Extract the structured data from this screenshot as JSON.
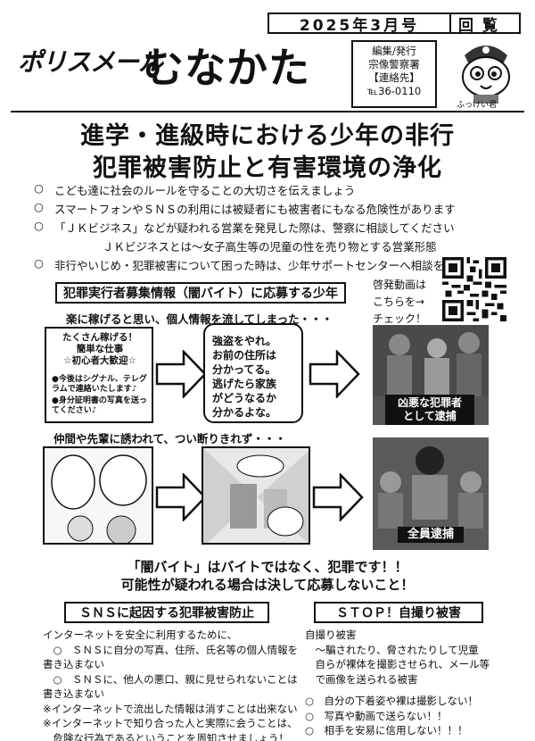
{
  "header": {
    "date": "2025年3月号",
    "kairan": "回覧",
    "brand_left": "ポリスメール",
    "brand_right": "むなかた",
    "publisher": [
      "編集/発行",
      "宗像警察署",
      "【連絡先】",
      "℡36-0110"
    ],
    "mascot_name": "ふっけい君"
  },
  "title": {
    "line1": "進学・進級時における少年の非行",
    "line2": "犯罪被害防止と有害環境の浄化"
  },
  "bullets": [
    {
      "mark": "○",
      "text": "こども達に社会のルールを守ることの大切さを伝えましょう"
    },
    {
      "mark": "○",
      "text": "スマートフォンやＳＮＳの利用には被疑者にも被害者にもなる危険性があります"
    },
    {
      "mark": "○",
      "text": "「ＪＫビジネス」などが疑われる営業を発見した際は、警察に相談してください"
    },
    {
      "mark": "",
      "text": "ＪＫビジネスとは～女子高生等の児童の性を売り物とする営業形態"
    },
    {
      "mark": "○",
      "text": "非行やいじめ・犯罪被害について困った時は、少年サポートセンターへ相談を"
    }
  ],
  "qr_text": [
    "啓発動画は",
    "こちらを→",
    "チェック！"
  ],
  "yami": {
    "header": "犯罪実行者募集情報（闇バイト）に応募する少年",
    "caption1": "楽に稼げると思い、個人情報を流してしまった・・・",
    "ad_bubble": [
      "たくさん稼げる！",
      "簡単な仕事",
      "☆初心者大歓迎☆"
    ],
    "ad_items": [
      "●今後はシグナル、テレグラムで連絡いたします♪",
      "●身分証明書の写真を送ってください♪"
    ],
    "threat": [
      "強盗をやれ。",
      "お前の住所は",
      "分かってる。",
      "逃げたら家族",
      "がどうなるか",
      "分かるよな。"
    ],
    "label1": [
      "凶悪な犯罪者",
      "として逮捕"
    ],
    "caption2": "仲間や先輩に誘われて、つい断りきれず・・・",
    "label2": "全員逮捕",
    "warn1": "「闇バイト」はバイトではなく、犯罪です！！",
    "warn2": "可能性が疑われる場合は決して応募しないこと！"
  },
  "sns": {
    "header": "ＳＮＳに起因する犯罪被害防止",
    "lines": [
      "インターネットを安全に利用するために、",
      "　○　ＳＮＳに自分の写真、住所、氏名等の個人情報を",
      "書き込まない",
      "　○　ＳＮＳに、他人の悪口、親に見せられないことは",
      "書き込まない",
      "※インターネットで流出した情報は消すことは出来ない",
      "※インターネットで知り合った人と実際に会うことは、",
      "　危険な行為であるということを周知させましょう！"
    ]
  },
  "jidori": {
    "header": "ＳＴＯＰ！自撮り被害",
    "lines": [
      "自撮り被害",
      "　～騙されたり、脅されたりして児童",
      "　自らが裸体を撮影させられ、メール等",
      "　で画像を送られる被害",
      "",
      "○　自分の下着姿や裸は撮影しない！",
      "○　写真や動画で送らない！！",
      "○　相手を安易に信用しない！！！"
    ]
  }
}
